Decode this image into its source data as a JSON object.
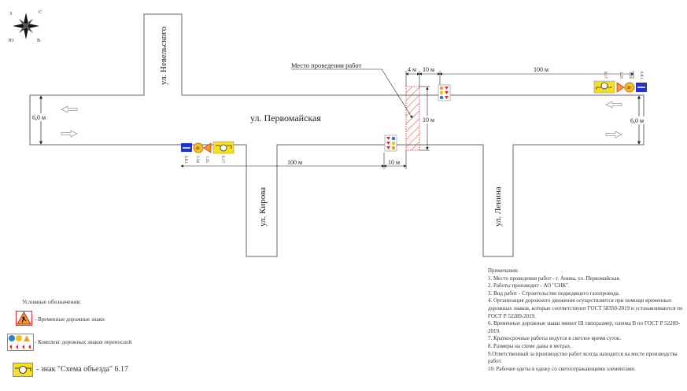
{
  "compass": {
    "letters": [
      "C",
      "Ю",
      "З",
      "В"
    ]
  },
  "streets": {
    "main": "ул. Первомайская",
    "nevelskogo": "ул. Невельского",
    "kirova": "ул. Кирова",
    "lenina": "ул. Ленина"
  },
  "work_zone": {
    "label": "Место проведения работ",
    "color": "#e0505a"
  },
  "dimensions": {
    "width_left": "6,0 м",
    "width_right": "6,0 м",
    "top_4m": "4 м",
    "top_10m": "10 м",
    "top_100m": "100 м",
    "zone_length": "10 м",
    "bottom_100m": "100 м",
    "bottom_10m": "10 м"
  },
  "signs": {
    "left_group": [
      "6.8.1",
      "3.24",
      "1.25",
      "6.17"
    ],
    "right_group": [
      "6.17",
      "1.25",
      "3.24",
      "6.8.1"
    ],
    "speed_limit": "40"
  },
  "legend": {
    "title": "Условные обозначения:",
    "items": [
      {
        "icon": "roadwork-sign-icon",
        "label": "-  Временные дорожные знаки"
      },
      {
        "icon": "portable-sign-set-icon",
        "label": "-  Комплекс дорожных знаков переносной"
      },
      {
        "icon": "detour-scheme-sign-icon",
        "label": "-   знак \"Схема объезда\" 6.17"
      }
    ]
  },
  "notes": {
    "title": "Примечания:",
    "items": [
      "1. Место проведения работ - г. Анива, ул. Первомайская.",
      "2. Работы производит - АО \"СНК\".",
      "3. Вид работ - Строительство подводящего газопровода.",
      "4. Организация дорожного движения осуществляется при помощи временных дорожных знаков, которые соответствуют ГОСТ 58350-2019 и устанавливаются по ГОСТ Р 52289-2019.",
      "6. Временные дорожные знаки имеют III типоразмер, пленка В по ГОСТ Р 52289-2019.",
      "7. Краткосрочные работы ведутся в светлое время суток.",
      "8. Размеры на схеме даны в метрах.",
      "9.Ответственный за производство работ всегда находится на месте производства работ.",
      "10. Рабочие одеты в одежу со светоотражающими элементами."
    ]
  }
}
